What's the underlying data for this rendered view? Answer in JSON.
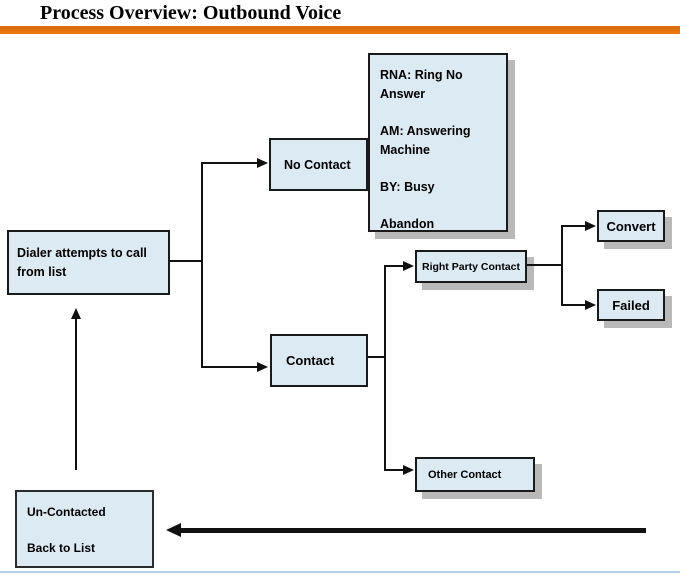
{
  "slide": {
    "title": "Process Overview: Outbound Voice"
  },
  "nodes": {
    "dialer": {
      "label": "Dialer attempts to call from list"
    },
    "no_contact": {
      "label": "No Contact"
    },
    "legend": {
      "items": [
        "RNA: Ring No Answer",
        "AM: Answering Machine",
        "BY: Busy",
        "Abandon"
      ]
    },
    "contact": {
      "label": "Contact"
    },
    "right_party_contact": {
      "label": "Right Party Contact"
    },
    "convert": {
      "label": "Convert"
    },
    "failed": {
      "label": "Failed"
    },
    "other_contact": {
      "label": "Other Contact"
    },
    "uncontacted": {
      "line1": "Un-Contacted",
      "line2": "Back to List"
    }
  },
  "colors": {
    "title_underline": "#e4700d",
    "box_fill": "#dcebf3",
    "box_border": "#1a1a1a",
    "box_shadow": "#b9b9b9",
    "connector": "#111111",
    "bottom_border": "#b8cce4"
  }
}
